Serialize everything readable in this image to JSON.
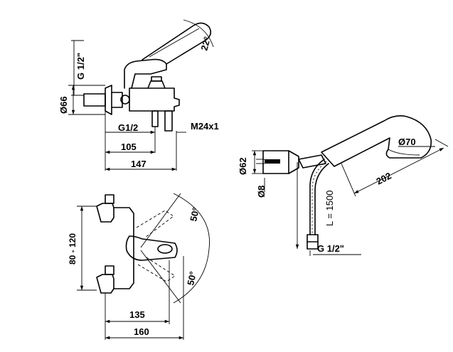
{
  "top_view": {
    "thread_label": "G 1/2\"",
    "flange_label": "Ø66",
    "angle_label": "22°",
    "inlet_label": "G1/2",
    "outlet_label": "M24x1",
    "dim_inner": "105",
    "dim_outer": "147"
  },
  "front_view": {
    "spacing_label": "80 - 120",
    "angle_upper": "50°",
    "angle_lower": "50°",
    "dim_inner": "135",
    "dim_outer": "160"
  },
  "shower_view": {
    "holder_label": "Ø62",
    "hole_label": "Ø8",
    "hose_label": "L = 1500",
    "hose_thread": "G 1/2\"",
    "head_label": "Ø70",
    "length_label": "202"
  }
}
